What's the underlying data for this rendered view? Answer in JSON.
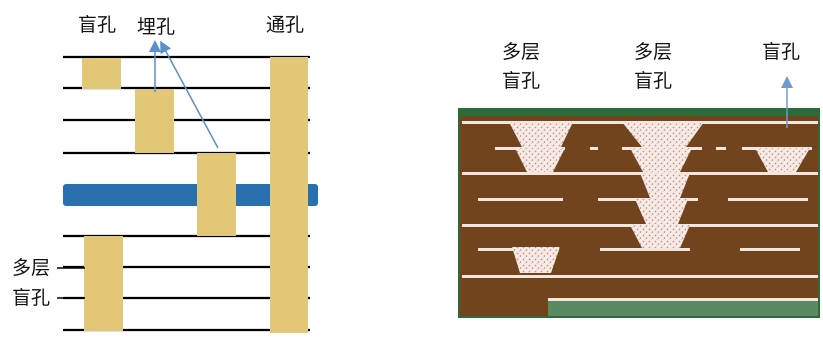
{
  "left_diagram": {
    "labels": {
      "blind_via": "盲孔",
      "buried_via": "埋孔",
      "through_hole": "通孔",
      "multilayer_blind_line1": "多层",
      "multilayer_blind_line2": "盲孔"
    }
  },
  "photo": {
    "labels": {
      "multilayer_blind_a_line1": "多层",
      "multilayer_blind_a_line2": "盲孔",
      "multilayer_blind_b_line1": "多层",
      "multilayer_blind_b_line2": "盲孔",
      "blind_via": "盲孔"
    }
  },
  "colors": {
    "via_fill": "#E2C777",
    "core_layer": "#2A6FAE",
    "copper_line": "#000000",
    "arrow": "#5B8FC8",
    "pcb_substrate": "#7A4A20",
    "pcb_border": "#2E6B3A",
    "plated_copper": "#F2E6DE"
  }
}
